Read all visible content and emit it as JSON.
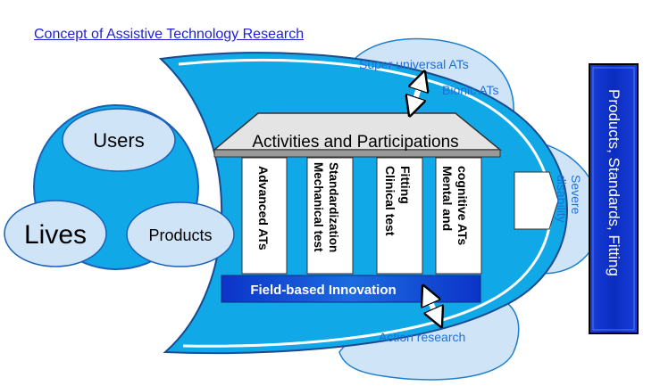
{
  "title": "Concept of Assistive Technology  Research",
  "left_circle": {
    "users": "Users",
    "lives": "Lives",
    "products": "Products"
  },
  "roof_label": "Activities and Participations",
  "pillars": [
    {
      "line1": "Advanced ATs",
      "line2": ""
    },
    {
      "line1": "Mechanical test",
      "line2": "Standardization"
    },
    {
      "line1": "Clinical test",
      "line2": "Fitting"
    },
    {
      "line1": "Mental and",
      "line2": "cognitive ATs"
    }
  ],
  "foundation_label": "Field-based Innovation",
  "top_bubble": {
    "line1": "Super universal ATs",
    "line2": "Bionic ATs"
  },
  "right_bubble": {
    "line1": "Severe",
    "line2": "disability"
  },
  "bottom_bubble": "Action research",
  "side_bar_label": "Products, Standards, Fitting",
  "colors": {
    "light_blue": "#cfe4f7",
    "cyan_blue": "#10a8e6",
    "mid_blue": "#2a8cd8",
    "dark_blue": "#0a2fc4",
    "link_blue": "#1f1fd6"
  }
}
